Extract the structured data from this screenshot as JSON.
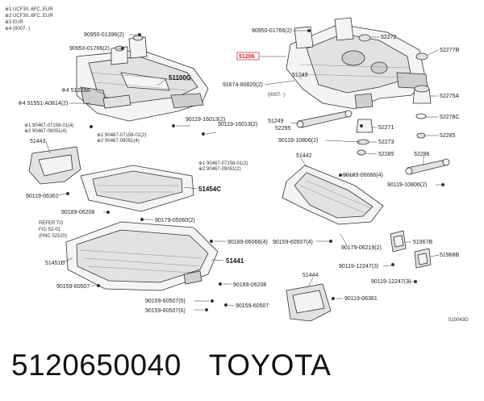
{
  "legend": [
    "※1 UCF30..6FC..EUR",
    "※2 UCF30..6FC..EUR",
    "※3 EUR",
    "※4 (0007-   )"
  ],
  "labels": {
    "p90950_01396": "90950-01396(2)",
    "p90950_01766_l": "90950-01766(2)",
    "p90950_01766_r": "90950-01766(2)",
    "p51206": "51206",
    "p52272": "52272",
    "p52277B": "52277B",
    "p51100G": "51100G",
    "p51228A": "※4 51228A",
    "p91551": "※4 91551-A0814(2)",
    "p91674": "91674-80820(2)",
    "p51249_a": "51249",
    "p51249_b": "51249",
    "p0007": "(0007-   )",
    "p52275A": "52275A",
    "p52278C": "52278C",
    "p52285_r": "52285",
    "p90119_16013_a": "90119-16013(2)",
    "p90119_16013_b": "90119-16013(2)",
    "p52295": "52295",
    "p52271": "52271",
    "p52273": "52273",
    "p90119_10806_a": "90119-10806(2)",
    "p52285_c": "52285",
    "p52296": "52296",
    "p90119_10806_b": "90119-10806(2)",
    "p90467_07158_01_a": "※1 90467-07158-01(4)",
    "p90467_09051_a": "※2 90467-09051(4)",
    "p90467_07158_01_b": "※1 90467-07158-01(2)",
    "p90467_09051_b": "※2 90467-09051(4)",
    "p90467_07158_01_c": "※1 90467-07158-01(2)",
    "p90467_09051_c": "※2 90467-09051(2)",
    "p51443": "51443",
    "p51442": "51442",
    "p90189_06066_a": "90189-06066(4)",
    "p90119_06361": "90119-06361",
    "p51454C": "51454C",
    "p90189_06208_a": "90189-06208",
    "p90179_05060": "90179-05060(2)",
    "refer_1": "REFER TO",
    "refer_2": "FIG 52-01",
    "refer_3": "(PNC 52520)",
    "p90189_06066_b": "90189-06066(4)",
    "p90159_60507_a": "90159-60507(4)",
    "p90179_06219": "90179-06219(2)",
    "p51967B": "51967B",
    "p51968B": "51968B",
    "p51451D": "51451D",
    "p51441": "51441",
    "p90119_12247_a": "90119-12247(3)",
    "p90119_12247_b": "90119-12247(3)",
    "p90159_60507_b": "90159-60507",
    "p90189_06208_b": "90189-06208",
    "p51444": "51444",
    "p90159_60507_c": "90159-60507(5)",
    "p90119_06361_b": "90119-06361",
    "p90159_60507_d": "90159-60507(6)",
    "p90159_60507_e": "90159-60507",
    "drawing_no": "510043G"
  },
  "caption": {
    "part_number": "5120650040",
    "brand": "TOYOTA"
  },
  "colors": {
    "highlight": "#cc2222",
    "outline": "#333333"
  }
}
